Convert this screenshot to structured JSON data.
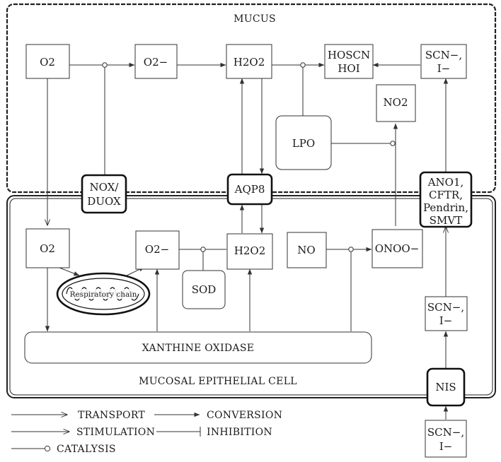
{
  "regions": {
    "mucus": "MUCUS",
    "cell": "MUCOSAL EPITHELIAL CELL"
  },
  "nodes": {
    "o2_mucus": "O2",
    "superoxide_mucus": "O2−",
    "h2o2_mucus": "H2O2",
    "hoscn_line1": "HOSCN",
    "hoscn_line2": "HOI",
    "scn_mucus_line1": "SCN−,",
    "scn_mucus_line2": "I−",
    "no2": "NO2",
    "lpo": "LPO",
    "nox_line1": "NOX/",
    "nox_line2": "DUOX",
    "aqp8": "AQP8",
    "transporters": [
      "ANO1,",
      "CFTR,",
      "Pendrin,",
      "SMVT"
    ],
    "o2_cell": "O2",
    "superoxide_cell": "O2−",
    "h2o2_cell": "H2O2",
    "no": "NO",
    "onoo": "ONOO−",
    "respiratory_chain": "Respiratory chain",
    "sod": "SOD",
    "xanthine_oxidase": "XANTHINE OXIDASE",
    "scn_cell_line1": "SCN−,",
    "scn_cell_line2": "I−",
    "nis": "NIS",
    "scn_out_line1": "SCN−,",
    "scn_out_line2": "I−"
  },
  "legend": {
    "transport": "TRANSPORT",
    "conversion": "CONVERSION",
    "stimulation": "STIMULATION",
    "inhibition": "INHIBITION",
    "catalysis": "CATALYSIS"
  }
}
